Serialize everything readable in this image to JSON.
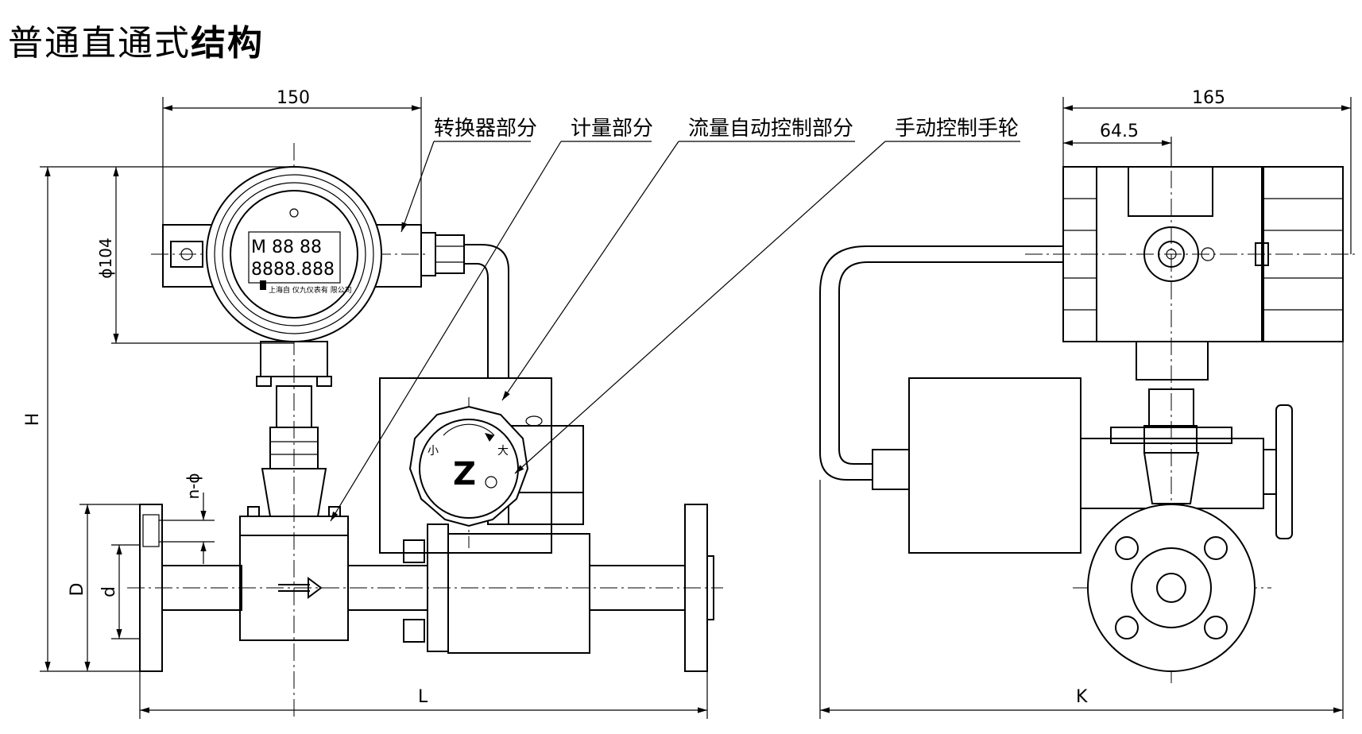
{
  "title": {
    "normal": "普通直通式",
    "bold": "结构"
  },
  "callouts": {
    "converter": "转换器部分",
    "metering": "计量部分",
    "auto_control": "流量自动控制部分",
    "hand_wheel": "手动控制手轮"
  },
  "dimensions": {
    "top_width": "150",
    "body_diameter": "ϕ104",
    "overall_height": "H",
    "flange_outer": "D",
    "bore": "d",
    "bolt_holes": "n-ϕ",
    "overall_length": "L",
    "side_width": "165",
    "side_offset": "64.5",
    "side_length": "K"
  },
  "display": {
    "row1": "M 88 88",
    "row2": "8888.888",
    "maker": "上海自 仪九仪表有 限公司"
  },
  "knob": {
    "small": "小",
    "large": "大"
  }
}
